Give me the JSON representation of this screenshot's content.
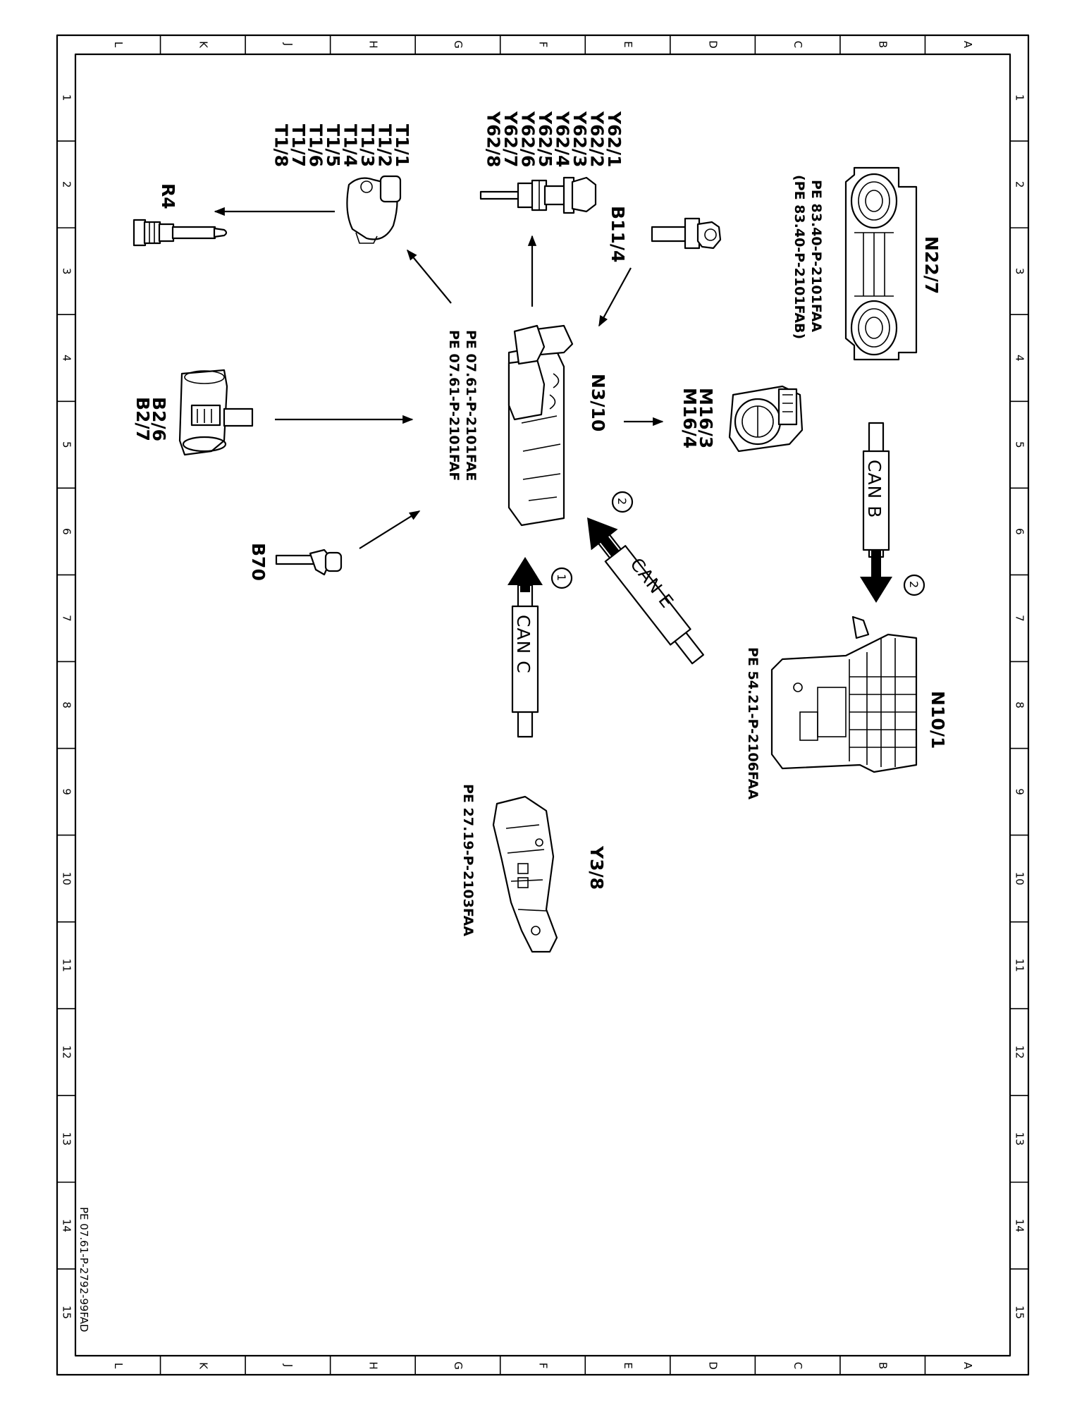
{
  "document_code": "PE 07.61-P-2792-99FAD",
  "grid": {
    "columns": [
      "L",
      "K",
      "J",
      "H",
      "G",
      "F",
      "E",
      "D",
      "C",
      "B",
      "A"
    ],
    "rows": [
      "1",
      "2",
      "3",
      "4",
      "5",
      "6",
      "7",
      "8",
      "9",
      "10",
      "11",
      "12",
      "13",
      "14",
      "15"
    ]
  },
  "components": {
    "n3_10": {
      "label": "N3/10",
      "refs": [
        "PE 07.61-P-2101FAE",
        "PE 07.61-P-2101FAF"
      ]
    },
    "y62": {
      "labels": [
        "Y62/1",
        "Y62/2",
        "Y62/3",
        "Y62/4",
        "Y62/5",
        "Y62/6",
        "Y62/7",
        "Y62/8"
      ]
    },
    "t1": {
      "labels": [
        "T1/1",
        "T1/2",
        "T1/3",
        "T1/4",
        "T1/5",
        "T1/6",
        "T1/7",
        "T1/8"
      ]
    },
    "r4": {
      "label": "R4"
    },
    "b11_4": {
      "label": "B11/4"
    },
    "n22_7": {
      "label": "N22/7",
      "refs": [
        "PE 83.40-P-2101FAA",
        "(PE 83.40-P-2101FAB)"
      ]
    },
    "m16": {
      "labels": [
        "M16/3",
        "M16/4"
      ]
    },
    "b2": {
      "labels": [
        "B2/6",
        "B2/7"
      ]
    },
    "b70": {
      "label": "B70"
    },
    "n10_1": {
      "label": "N10/1",
      "refs": [
        "PE 54.21-P-2106FAA"
      ]
    },
    "y3_8": {
      "label": "Y3/8",
      "refs": [
        "PE 27.19-P-2103FAA"
      ]
    }
  },
  "buses": {
    "can_b": {
      "label": "CAN B",
      "marker": "2"
    },
    "can_e": {
      "label": "CAN E",
      "marker": "2"
    },
    "can_c": {
      "label": "CAN C",
      "marker": "1"
    }
  }
}
